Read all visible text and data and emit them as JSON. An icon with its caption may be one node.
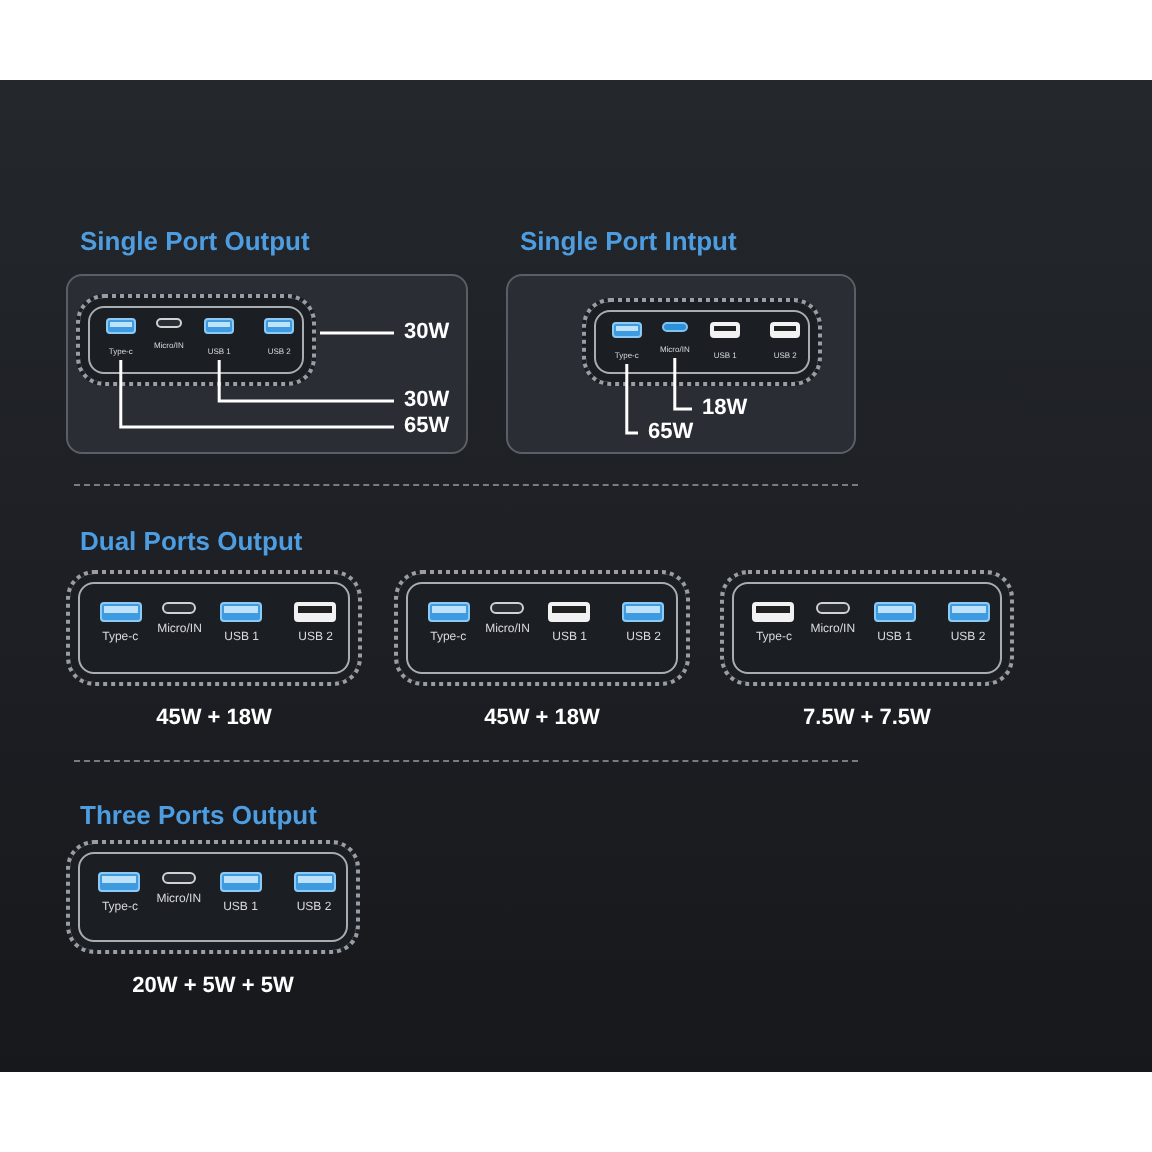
{
  "diagram": {
    "nodes": [
      {
        "text": [
          "Single Port Output"
        ]
      },
      {
        "text": [],
        "shape": "box",
        "in": 0
      },
      {
        "text": [
          "Type-c"
        ],
        "in": 1
      },
      {
        "text": [
          "Micro/IN"
        ],
        "in": 1
      },
      {
        "text": [
          "USB 1"
        ],
        "in": 1
      },
      {
        "text": [
          "USB 2"
        ],
        "in": 1
      },
      {
        "text": [
          "30W"
        ],
        "in": 0
      },
      {
        "text": [
          "30W"
        ],
        "in": 0
      },
      {
        "text": [
          "65W"
        ],
        "in": 0
      },
      {
        "text": [
          "Single Port Intput"
        ]
      },
      {
        "text": [],
        "shape": "box",
        "in": 9
      },
      {
        "text": [
          "Type-c"
        ],
        "in": 10
      },
      {
        "text": [
          "Micro/IN"
        ],
        "in": 10
      },
      {
        "text": [
          "USB 1"
        ],
        "in": 10
      },
      {
        "text": [
          "USB 2"
        ],
        "in": 10
      },
      {
        "text": [
          "18W"
        ],
        "in": 9
      },
      {
        "text": [
          "65W"
        ],
        "in": 9
      },
      {
        "text": [],
        "shape": "box",
        "beside": [
          "45W + 18W"
        ]
      },
      {
        "text": [
          "Type-c"
        ],
        "in": 17
      },
      {
        "text": [
          "Micro/IN"
        ],
        "in": 17
      },
      {
        "text": [
          "USB 1"
        ],
        "in": 17
      },
      {
        "text": [
          "USB 2"
        ],
        "in": 17
      },
      {
        "text": [],
        "shape": "box",
        "beside": [
          "45W + 18W"
        ]
      },
      {
        "text": [
          "Type-c"
        ],
        "in": 22
      },
      {
        "text": [
          "Micro/IN"
        ],
        "in": 22
      },
      {
        "text": [
          "USB 1"
        ],
        "in": 22
      },
      {
        "text": [
          "USB 2"
        ],
        "in": 22
      },
      {
        "text": [],
        "shape": "box",
        "beside": [
          "7.5W + 7.5W"
        ]
      },
      {
        "text": [
          "Type-c"
        ],
        "in": 27
      },
      {
        "text": [
          "Micro/IN"
        ],
        "in": 27
      },
      {
        "text": [
          "USB 1"
        ],
        "in": 27
      },
      {
        "text": [
          "USB 2"
        ],
        "in": 27
      },
      {
        "text": [],
        "shape": "box",
        "beside": [
          "20W + 5W + 5W"
        ]
      },
      {
        "text": [
          "Type-c"
        ],
        "in": 32
      },
      {
        "text": [
          "Micro/IN"
        ],
        "in": 32
      },
      {
        "text": [
          "USB 1"
        ],
        "in": 32
      },
      {
        "text": [
          "USB 2"
        ],
        "in": 32
      }
    ],
    "edges": [
      {
        "from": 1,
        "to": 6,
        "arrow": "none"
      },
      {
        "from": 4,
        "to": 7,
        "arrow": "none"
      },
      {
        "from": 2,
        "to": 8,
        "arrow": "none"
      },
      {
        "from": 12,
        "to": 15,
        "arrow": "none"
      },
      {
        "from": 11,
        "to": 16,
        "arrow": "none"
      }
    ],
    "labels": [
      "Dual Ports Output",
      "Three Ports Output"
    ]
  }
}
